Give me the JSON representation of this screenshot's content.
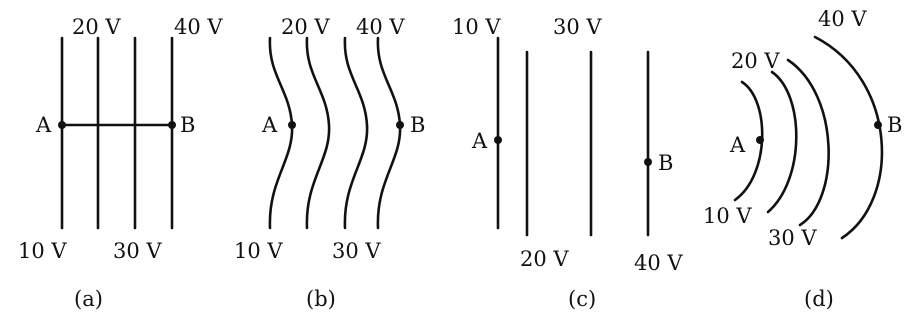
{
  "panels": [
    {
      "label": "(a)",
      "lines": [
        "10 V",
        "20 V",
        "30 V",
        "40 V"
      ],
      "points": [
        "A",
        "B"
      ]
    },
    {
      "label": "(b)",
      "lines": [
        "10 V",
        "20 V",
        "30 V",
        "40 V"
      ],
      "points": [
        "A",
        "B"
      ]
    },
    {
      "label": "(c)",
      "lines": [
        "10 V",
        "20 V",
        "30 V",
        "40 V"
      ],
      "points": [
        "A",
        "B"
      ]
    },
    {
      "label": "(d)",
      "lines": [
        "10 V",
        "20 V",
        "30 V",
        "40 V"
      ],
      "points": [
        "A",
        "B"
      ]
    }
  ]
}
